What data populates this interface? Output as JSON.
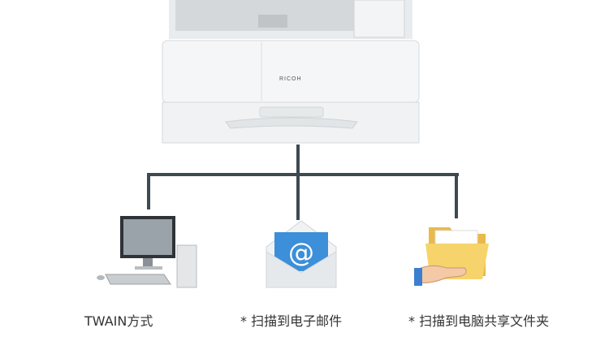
{
  "printer": {
    "brand": "RICOH"
  },
  "destinations": [
    {
      "label": "TWAIN方式",
      "icon": "computer-icon"
    },
    {
      "label": "* 扫描到电子邮件",
      "icon": "email-envelope-icon"
    },
    {
      "label": "* 扫描到电脑共享文件夹",
      "icon": "shared-folder-icon"
    }
  ],
  "colors": {
    "connector": "#3e4a52"
  }
}
